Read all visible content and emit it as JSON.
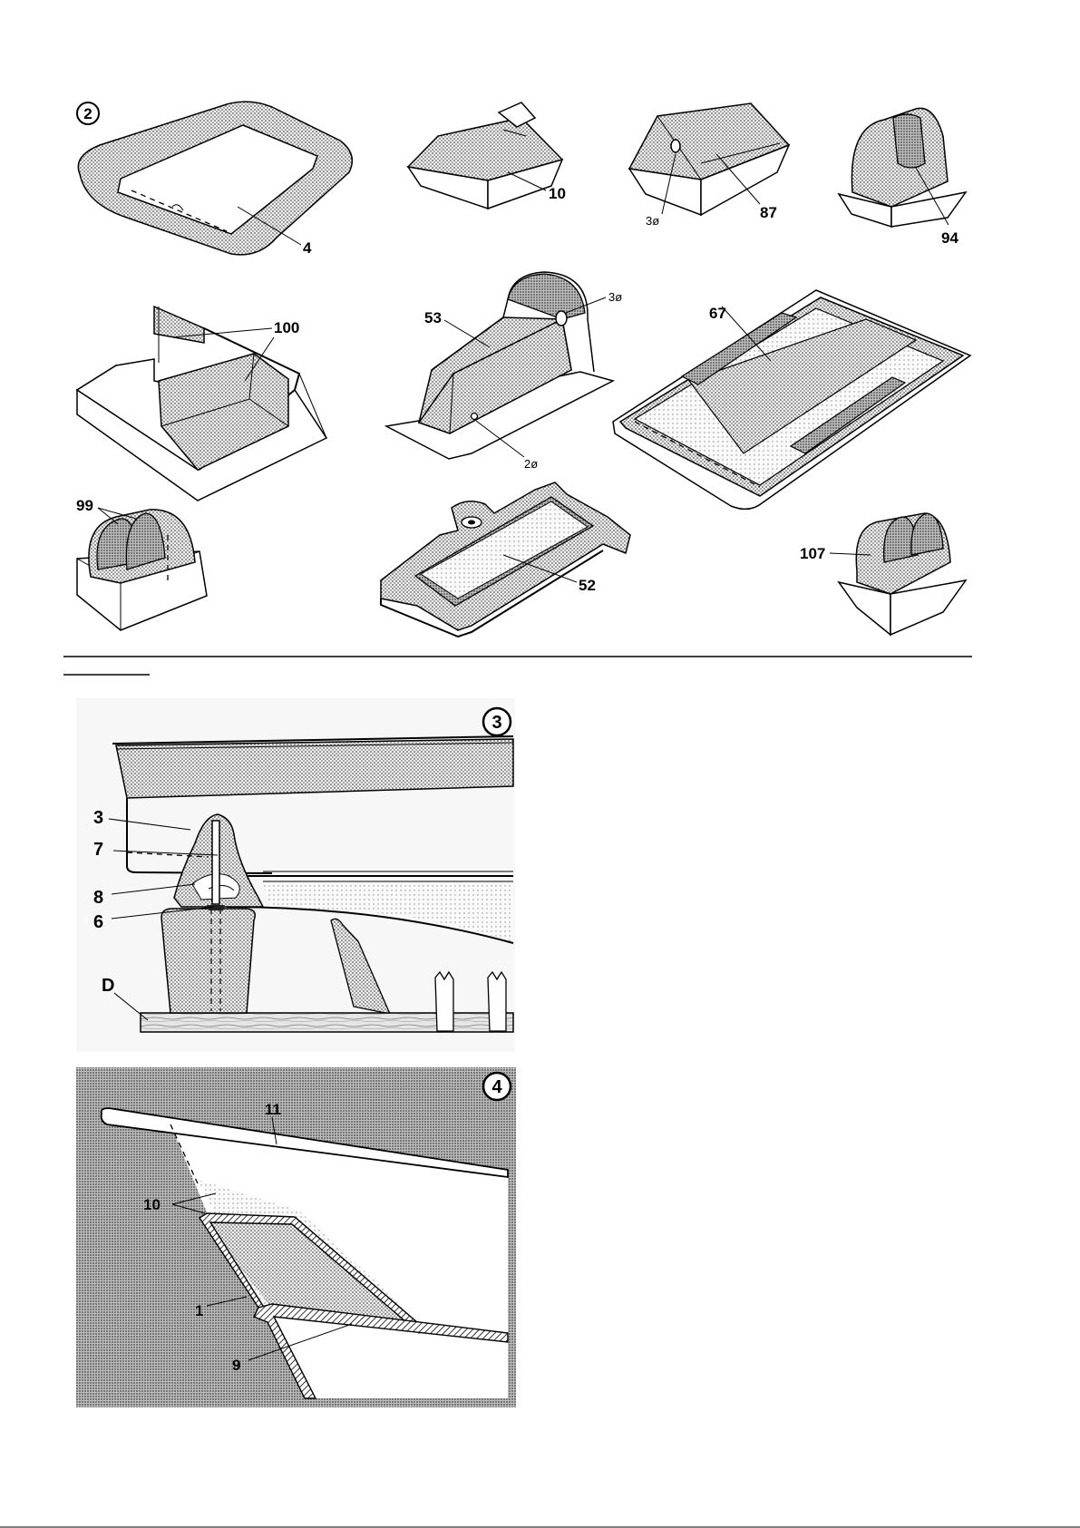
{
  "figures": {
    "fig2": {
      "number": "2",
      "parts": {
        "p4": "4",
        "p10": "10",
        "p87": "87",
        "p87_hole": "3ø",
        "p94": "94",
        "p100": "100",
        "p53": "53",
        "p53_hole_top": "3ø",
        "p53_hole_bottom": "2ø",
        "p67": "67",
        "p99": "99",
        "p52": "52",
        "p107": "107"
      }
    },
    "fig3": {
      "number": "3",
      "parts": {
        "p3": "3",
        "p7": "7",
        "p8": "8",
        "p6": "6",
        "pD": "D"
      }
    },
    "fig4": {
      "number": "4",
      "parts": {
        "p11": "11",
        "p10": "10",
        "p1": "1",
        "p9": "9"
      }
    }
  },
  "colors": {
    "ink": "#000000",
    "stipple": "#9a9a9a",
    "panel": "#c9c9c9",
    "paper": "#ffffff"
  }
}
